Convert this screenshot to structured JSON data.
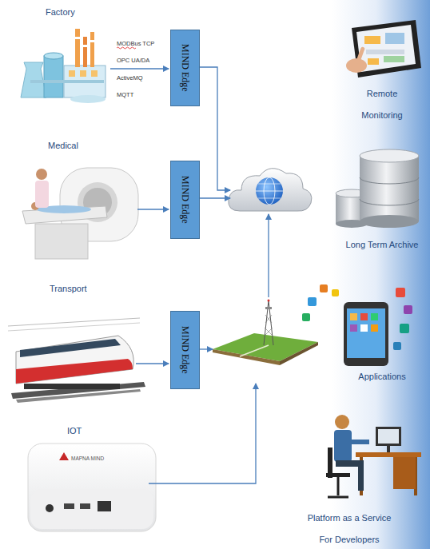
{
  "diagram": {
    "nodes": [
      {
        "text": [
          "MIND Edge"
        ]
      },
      {
        "text": [
          "MIND Edge"
        ]
      },
      {
        "text": [
          "MIND Edge"
        ]
      }
    ],
    "labels": [
      "Factory",
      "MODBus TCP",
      "OPC UA/DA",
      "ActiveMQ",
      "MQTT",
      "Medical",
      "Transport",
      "IOT",
      "MAPNA MIND",
      "Remote Monitoring",
      "Long Term Archive",
      "Applications",
      "Platform as a Service For Developers"
    ]
  }
}
